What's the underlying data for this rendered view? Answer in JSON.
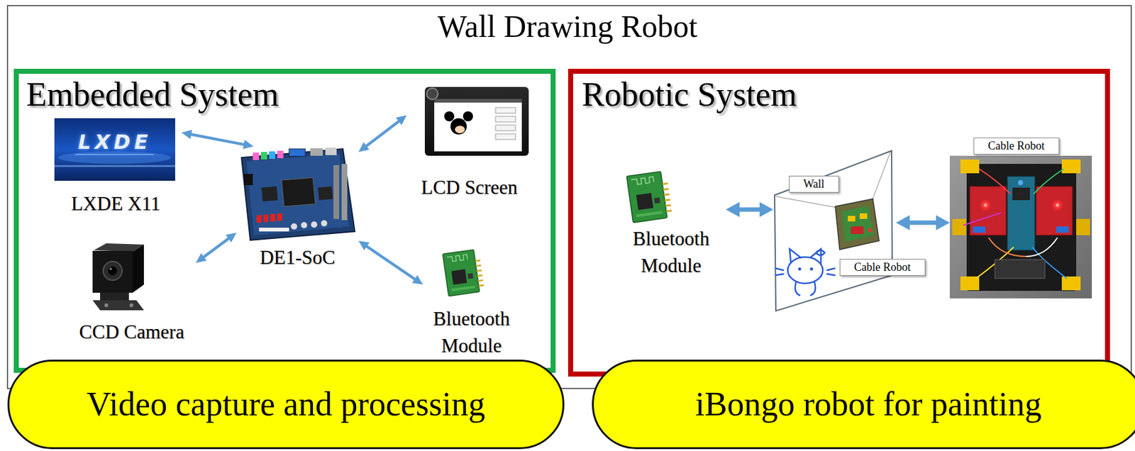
{
  "diagram": {
    "title": "Wall Drawing Robot",
    "nodes": [
      {
        "text": [
          "Embedded System"
        ]
      },
      {
        "text": [
          "LXDE X11"
        ],
        "in": 0
      },
      {
        "text": [
          "DE1-SoC"
        ],
        "in": 0
      },
      {
        "text": [
          "LCD Screen"
        ],
        "in": 0
      },
      {
        "text": [
          "CCD Camera"
        ],
        "in": 0
      },
      {
        "text": [
          "Bluetooth Module"
        ],
        "in": 0
      },
      {
        "text": [
          "Robotic System"
        ]
      },
      {
        "text": [
          "Bluetooth Module"
        ],
        "in": 6
      },
      {
        "text": [
          "Wall",
          "Cable Robot"
        ],
        "in": 6
      },
      {
        "text": [
          "Cable Robot"
        ],
        "in": 6
      },
      {
        "text": [
          "Video capture and processing"
        ]
      },
      {
        "text": [
          "iBongo robot for painting"
        ]
      }
    ],
    "edges": [
      {
        "from": 1,
        "to": 2,
        "arrow": "both"
      },
      {
        "from": 2,
        "to": 3,
        "arrow": "both"
      },
      {
        "from": 4,
        "to": 2,
        "arrow": "both"
      },
      {
        "from": 2,
        "to": 5,
        "arrow": "both"
      },
      {
        "from": 7,
        "to": 8,
        "arrow": "both"
      },
      {
        "from": 8,
        "to": 9,
        "arrow": "both"
      }
    ],
    "labels": [
      "LXDE"
    ]
  }
}
